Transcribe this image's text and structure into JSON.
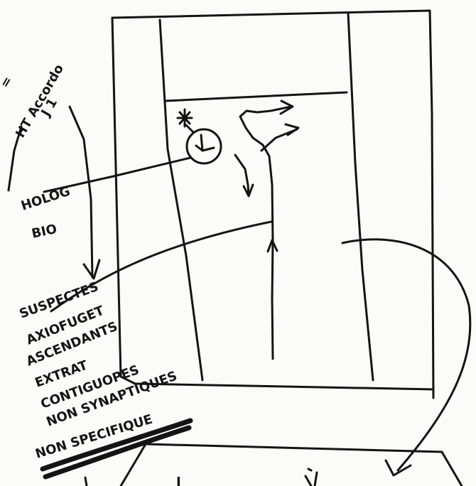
{
  "colors": {
    "paper": "#fbfbfa",
    "ink": "#141414"
  },
  "annotations": {
    "top_left_equals": "=",
    "top_left_line1": "HT Accordo",
    "top_left_line2": "J 1",
    "left_label_1": "HOLOG",
    "left_label_2": "BIO",
    "subject_list": [
      "SUSPECTES",
      "AXIOFUGET",
      "ASCENDANTS",
      "EXTRAT",
      "CONTIGUOPES",
      "NON SYNAPTIQUES"
    ],
    "underlined_label": "NON SPECIFIQUE",
    "bottom_mark": "I"
  },
  "icons": {
    "clock": "clock-icon",
    "asterisk": "asterisk-icon"
  }
}
